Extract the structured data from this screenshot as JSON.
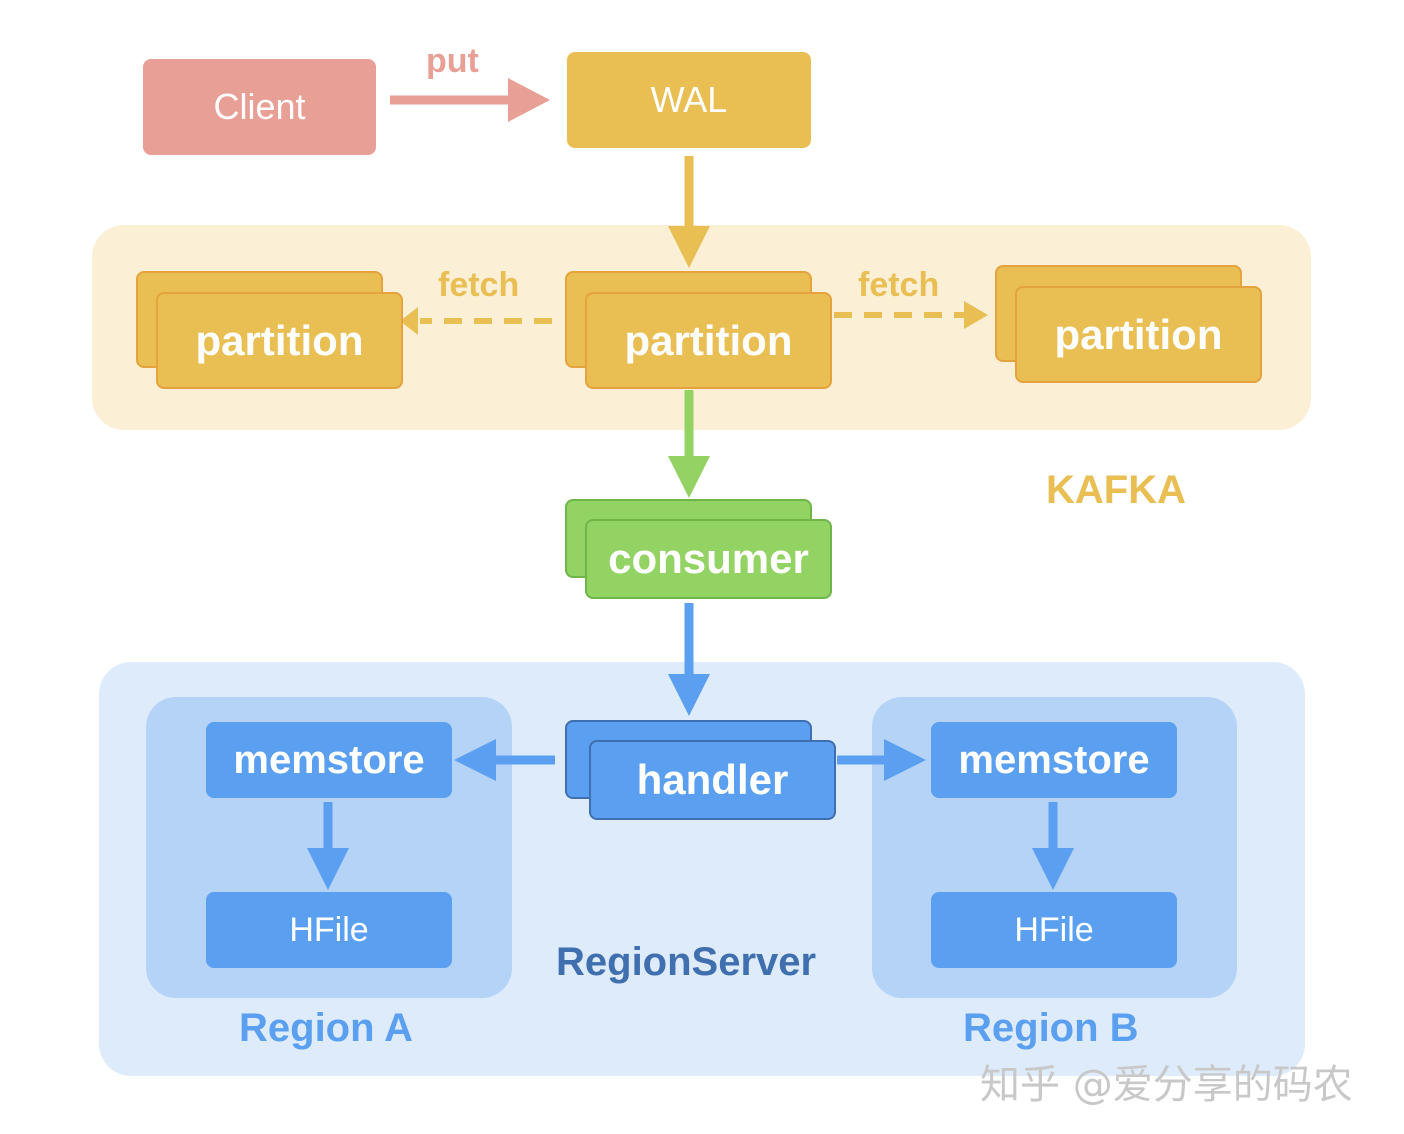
{
  "nodes": {
    "client": "Client",
    "wal": "WAL",
    "partition_left": "partition",
    "partition_center": "partition",
    "partition_right": "partition",
    "consumer": "consumer",
    "handler": "handler",
    "memstore_a": "memstore",
    "hfile_a": "HFile",
    "memstore_b": "memstore",
    "hfile_b": "HFile"
  },
  "edge_labels": {
    "put": "put",
    "fetch_left": "fetch",
    "fetch_right": "fetch"
  },
  "groups": {
    "kafka": "KAFKA",
    "region_server": "RegionServer",
    "region_a": "Region A",
    "region_b": "Region B"
  },
  "watermark": "知乎 @爱分享的码农",
  "colors": {
    "client": "#e8a096",
    "kafka": "#e9be52",
    "kafka_panel": "#fbefd6",
    "consumer": "#92d364",
    "regionserver": "#5b9ff0",
    "regionserver_panel": "#deebfa",
    "region_panel": "#b5d3f7",
    "regionserver_text": "#3f6fae"
  }
}
